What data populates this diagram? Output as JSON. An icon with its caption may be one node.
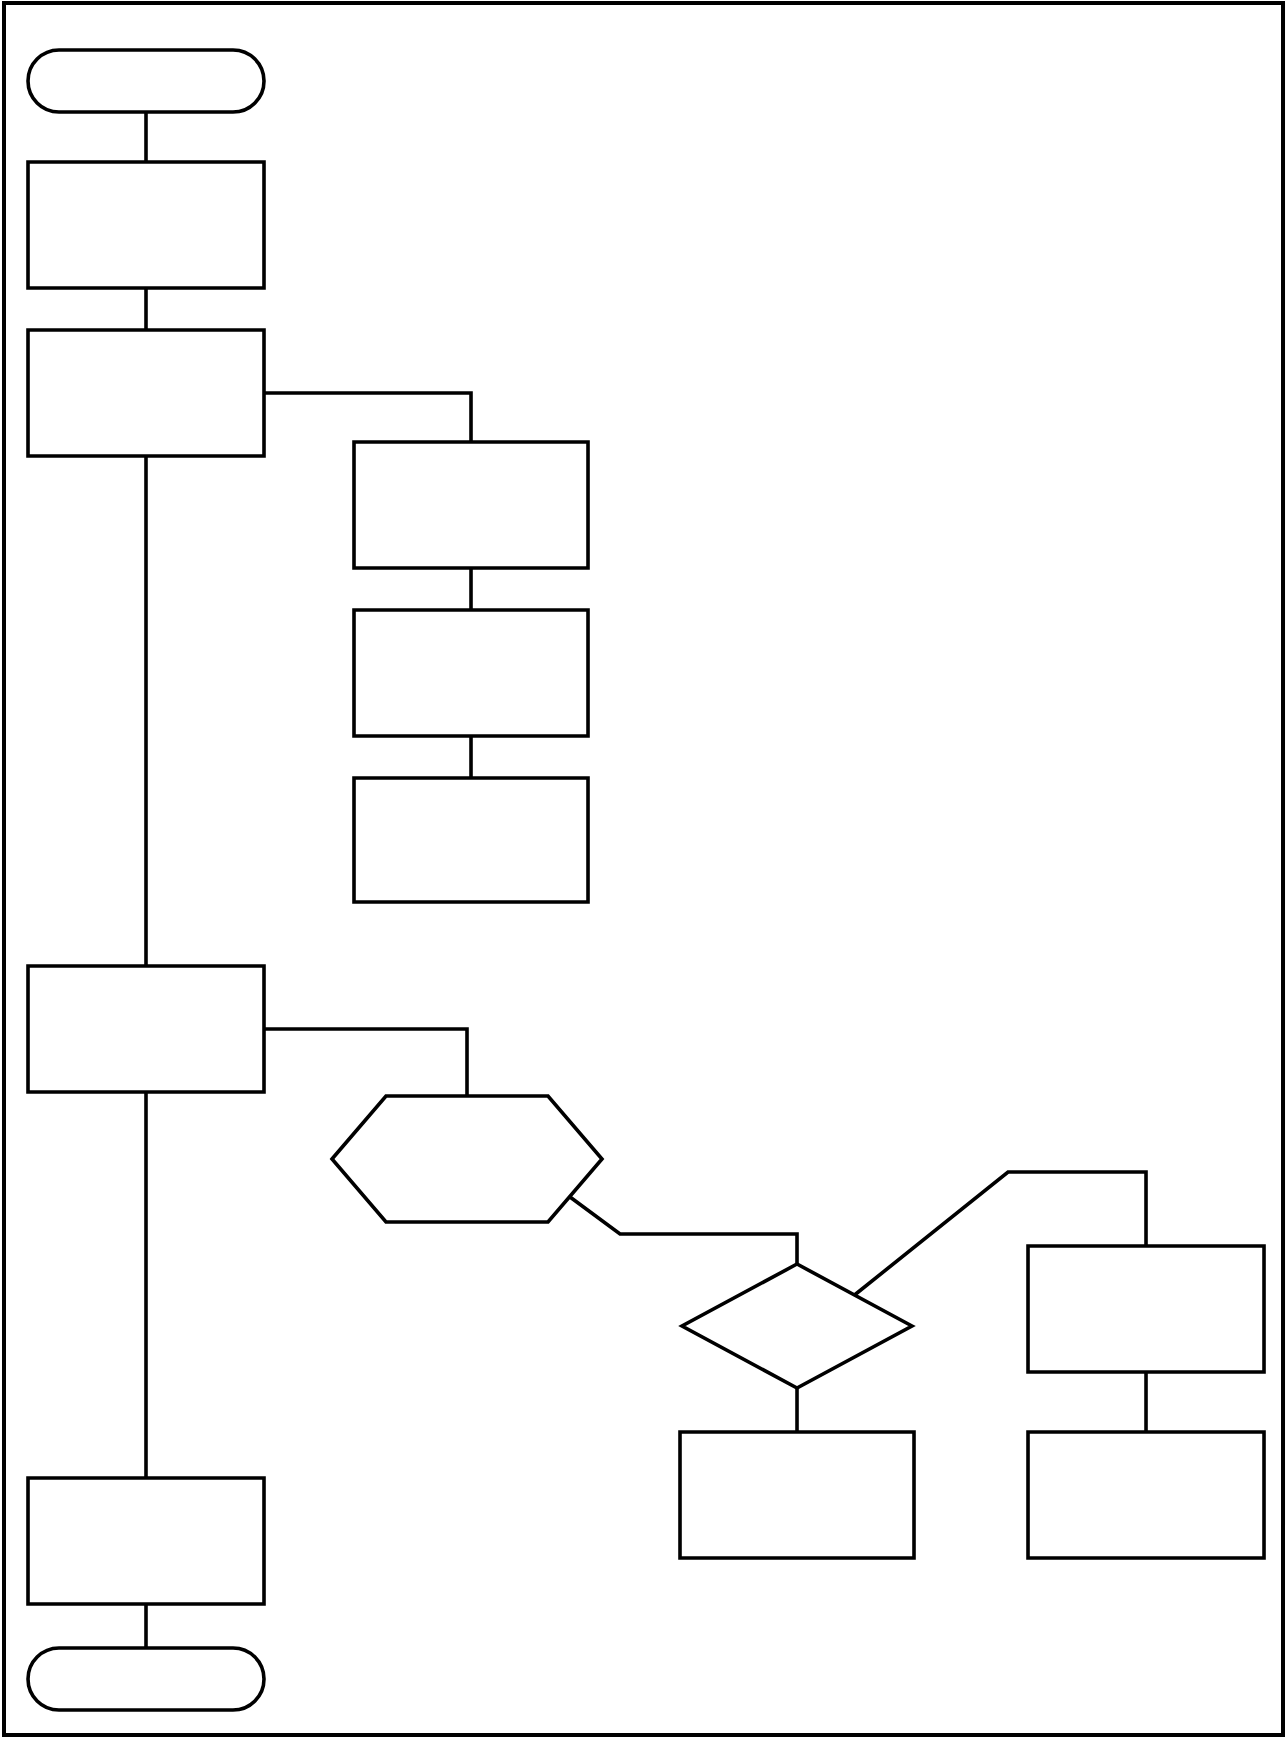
{
  "diagram": {
    "nodes": [
      {
        "text": [],
        "shape": "oval"
      },
      {
        "text": [],
        "shape": "box"
      },
      {
        "text": [],
        "shape": "box"
      },
      {
        "text": [],
        "shape": "box"
      },
      {
        "text": [],
        "shape": "box"
      },
      {
        "text": [],
        "shape": "box"
      },
      {
        "text": [],
        "shape": "box"
      },
      {
        "text": [],
        "shape": "hexagon"
      },
      {
        "text": [],
        "shape": "diamond"
      },
      {
        "text": [],
        "shape": "box"
      },
      {
        "text": [],
        "shape": "box"
      },
      {
        "text": [],
        "shape": "box"
      },
      {
        "text": [],
        "shape": "box"
      },
      {
        "text": [],
        "shape": "oval"
      }
    ],
    "edges": [
      {
        "from": 0,
        "to": 1,
        "arrow": "none"
      },
      {
        "from": 1,
        "to": 2,
        "arrow": "none"
      },
      {
        "from": 2,
        "to": 3,
        "arrow": "none"
      },
      {
        "from": 3,
        "to": 4,
        "arrow": "none"
      },
      {
        "from": 4,
        "to": 5,
        "arrow": "none"
      },
      {
        "from": 2,
        "to": 6,
        "arrow": "none"
      },
      {
        "from": 6,
        "to": 7,
        "arrow": "none"
      },
      {
        "from": 7,
        "to": 8,
        "arrow": "none"
      },
      {
        "from": 8,
        "to": 9,
        "arrow": "none"
      },
      {
        "from": 8,
        "to": 10,
        "arrow": "none"
      },
      {
        "from": 10,
        "to": 11,
        "arrow": "none"
      },
      {
        "from": 6,
        "to": 12,
        "arrow": "none"
      },
      {
        "from": 12,
        "to": 13,
        "arrow": "none"
      }
    ]
  }
}
